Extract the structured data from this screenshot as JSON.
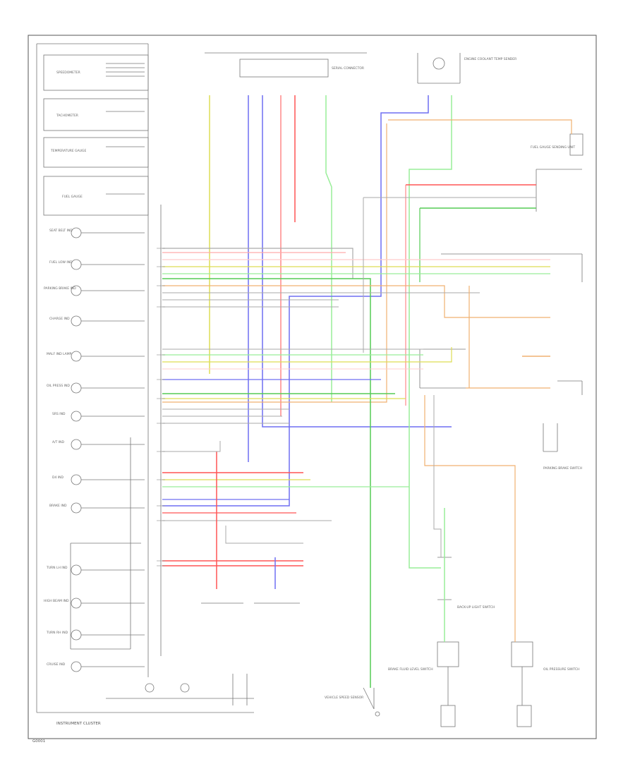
{
  "diagram": {
    "footer_label": "INSTRUMENT CLUSTER",
    "figure_id": "G0001",
    "colors": {
      "red": "#ff5555",
      "blue": "#6f6ff2",
      "green": "#55cc55",
      "yellow": "#dddd55",
      "light_green": "#99ee99",
      "pink": "#ffaaaa",
      "orange": "#f0b070",
      "gray": "#999999"
    },
    "gauges": [
      {
        "label": "SPEEDOMETER"
      },
      {
        "label": "TACHOMETER"
      },
      {
        "label": "TEMPERATURE GAUGE"
      },
      {
        "label": "FUEL GAUGE"
      }
    ],
    "indicators": [
      {
        "label": "SEAT BELT IND"
      },
      {
        "label": "FUEL LOW IND"
      },
      {
        "label": "PARKING BRAKE IND"
      },
      {
        "label": "CHARGE IND"
      },
      {
        "label": "MALF IND LAMP"
      },
      {
        "label": "OIL PRESS IND"
      },
      {
        "label": "SRS IND"
      },
      {
        "label": "A/T IND"
      },
      {
        "label": "D4 IND"
      },
      {
        "label": "BRAKE IND"
      },
      {
        "label": "TURN LH IND"
      },
      {
        "label": "HIGH BEAM IND"
      },
      {
        "label": "TURN RH IND"
      },
      {
        "label": "CRUISE IND"
      }
    ],
    "components": [
      {
        "label": "SERIAL CONNECTOR"
      },
      {
        "label": "ENGINE COOLANT TEMP SENDER"
      },
      {
        "label": "FUEL GAUGE SENDING UNIT"
      },
      {
        "label": "PARKING BRAKE SWITCH"
      },
      {
        "label": "BRAKE FLUID LEVEL SWITCH"
      },
      {
        "label": "OIL PRESSURE SWITCH"
      },
      {
        "label": "VEHICLE SPEED SENSOR"
      },
      {
        "label": "BACK-UP LIGHT SWITCH"
      }
    ]
  }
}
